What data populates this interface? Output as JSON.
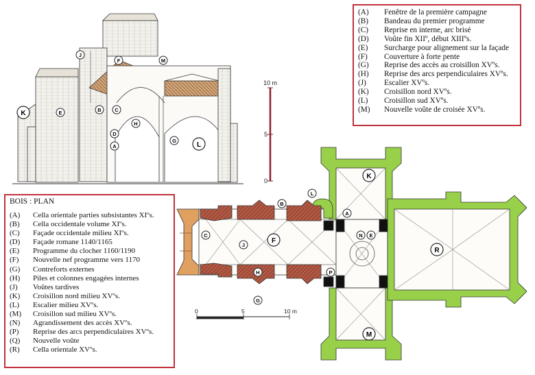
{
  "section_labels": {
    "J": "J",
    "F": "F",
    "M": "M",
    "K": "K",
    "E": "E",
    "B": "B",
    "C": "C",
    "H": "H",
    "D": "D",
    "A": "A",
    "G": "G",
    "L": "L"
  },
  "section_scale": {
    "top": "10 m",
    "mid": "5",
    "bottom": "0"
  },
  "plan_labels": {
    "K": "K",
    "L": "L",
    "B": "B",
    "A": "A",
    "C": "C",
    "J": "J",
    "F": "F",
    "N": "N",
    "E": "E",
    "R": "R",
    "H": "H",
    "P": "P",
    "G": "G",
    "M": "M"
  },
  "plan_scale": {
    "zero": "0",
    "five": "5",
    "ten": "10 m"
  },
  "legend_top": {
    "items": [
      {
        "key": "(A)",
        "text": "Fenêtre de la première campagne"
      },
      {
        "key": "(B)",
        "text": "Bandeau du premier programme"
      },
      {
        "key": "(C)",
        "text": "Reprise en interne, arc brisé"
      },
      {
        "key": "(D)",
        "text": "Voûte fin XIIº, début XIIIºs."
      },
      {
        "key": "(E)",
        "text": "Surcharge pour alignement sur la façade"
      },
      {
        "key": "(F)",
        "text": "Couverture à forte pente"
      },
      {
        "key": "(G)",
        "text": "Reprise des accès au croisillon XVºs."
      },
      {
        "key": "(H)",
        "text": "Reprise des arcs perpendiculaires XVºs."
      },
      {
        "key": "(J)",
        "text": "Escalier XVºs."
      },
      {
        "key": "(K)",
        "text": "Croisillon nord XVºs."
      },
      {
        "key": "(L)",
        "text": "Croisillon sud XVºs."
      },
      {
        "key": "(M)",
        "text": "Nouvelle voûte de croisée XVºs."
      }
    ]
  },
  "legend_bottom": {
    "title": "BOIS : PLAN",
    "items": [
      {
        "key": "(A)",
        "text": "Cella orientale parties subsistantes XIºs."
      },
      {
        "key": "(B)",
        "text": "Cella occidentale volume XIºs."
      },
      {
        "key": "(C)",
        "text": "Façade occidentale milieu XIºs."
      },
      {
        "key": "(D)",
        "text": "Façade romane 1140/1165"
      },
      {
        "key": "(E)",
        "text": "Programme du clocher 1160/1190"
      },
      {
        "key": "(F)",
        "text": "Nouvelle nef programme vers 1170"
      },
      {
        "key": "(G)",
        "text": "Contreforts externes"
      },
      {
        "key": "(H)",
        "text": "Piles et colonnes engagées internes"
      },
      {
        "key": "(J)",
        "text": "Voûtes tardives"
      },
      {
        "key": "(K)",
        "text": "Croisillon nord milieu XVºs."
      },
      {
        "key": "(L)",
        "text": "Escalier milieu XVºs."
      },
      {
        "key": "(M)",
        "text": "Croisillon sud milieu XVºs."
      },
      {
        "key": "(N)",
        "text": "Agrandissement des accès XVºs."
      },
      {
        "key": "(P)",
        "text": "Reprise des arcs perpendiculaires XVºs."
      },
      {
        "key": "(Q)",
        "text": "Nouvelle voûte"
      },
      {
        "key": "(R)",
        "text": "Cella orientale XVºs."
      }
    ]
  },
  "colors": {
    "frame": "#c0303a",
    "green_walls": "#98d04a",
    "brown_piers": "#9a4a3a",
    "orange_facade": "#e0a060",
    "black_piers": "#111111",
    "line": "#333333"
  }
}
